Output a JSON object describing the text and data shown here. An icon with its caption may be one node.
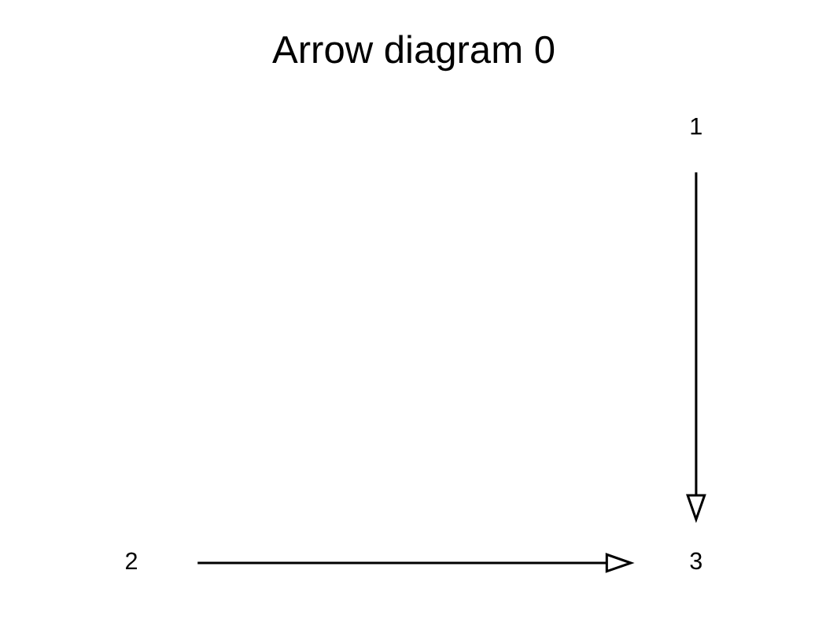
{
  "diagram": {
    "title": "Arrow diagram 0",
    "nodes": [
      {
        "text": [
          "1"
        ]
      },
      {
        "text": [
          "2"
        ]
      },
      {
        "text": [
          "3"
        ]
      }
    ],
    "edges": [
      {
        "from": 0,
        "to": 2,
        "arrow": "to"
      },
      {
        "from": 1,
        "to": 2,
        "arrow": "to"
      }
    ]
  }
}
